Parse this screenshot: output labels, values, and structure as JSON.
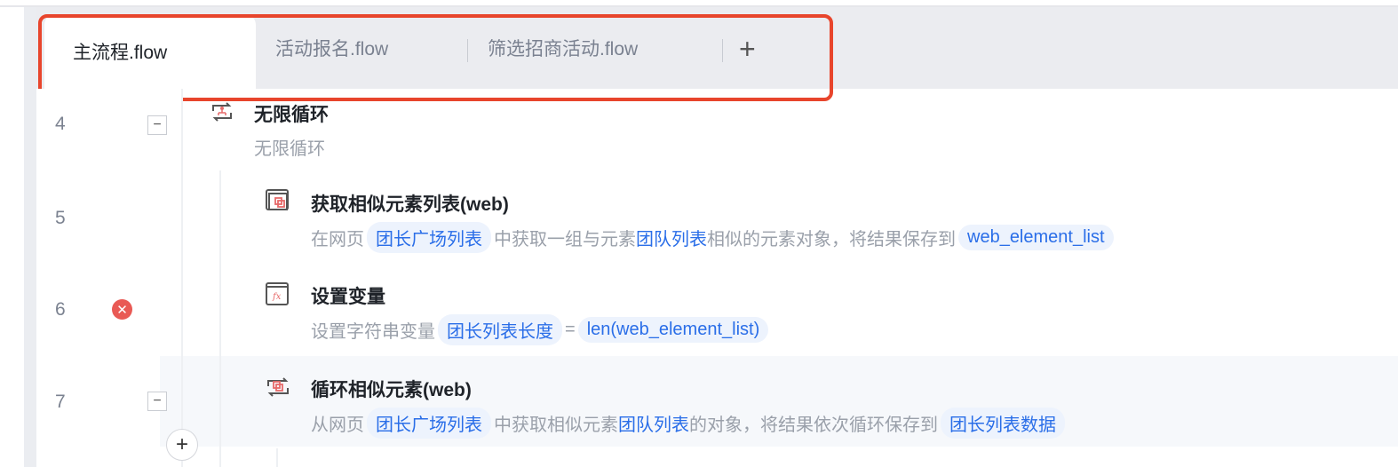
{
  "tabs": [
    {
      "label": "主流程.flow",
      "active": true
    },
    {
      "label": "活动报名.flow"
    },
    {
      "label": "筛选招商活动.flow"
    }
  ],
  "add_tab_icon": "plus-icon",
  "lines": [
    {
      "num": "4",
      "title": "无限循环",
      "desc": "无限循环",
      "collapsible": true
    },
    {
      "num": "5",
      "title": "获取相似元素列表(web)",
      "desc": {
        "p1": "在网页",
        "chip1": "团长广场列表",
        "p2": "中获取一组与元素",
        "b1": "团队列表",
        "p3": "相似的元素对象，将结果保存到",
        "chip2": "web_element_list"
      }
    },
    {
      "num": "6",
      "title": "设置变量",
      "error": true,
      "desc": {
        "p1": "设置字符串变量",
        "chip1": "团长列表长度",
        "p2": "=",
        "chip2": "len(web_element_list)"
      }
    },
    {
      "num": "7",
      "title": "循环相似元素(web)",
      "collapsible": true,
      "desc": {
        "p1": "从网页",
        "chip1": "团长广场列表",
        "p2": "中获取相似元素",
        "b1": "团队列表",
        "p3": "的对象，将结果依次循环保存到",
        "chip2": "团长列表数据"
      }
    }
  ],
  "fold_symbol": "−",
  "error_symbol": "✕",
  "plus_symbol": "+",
  "colors": {
    "accent": "#2a6ee8",
    "error": "#e95a55",
    "highlight": "#e8452c"
  }
}
